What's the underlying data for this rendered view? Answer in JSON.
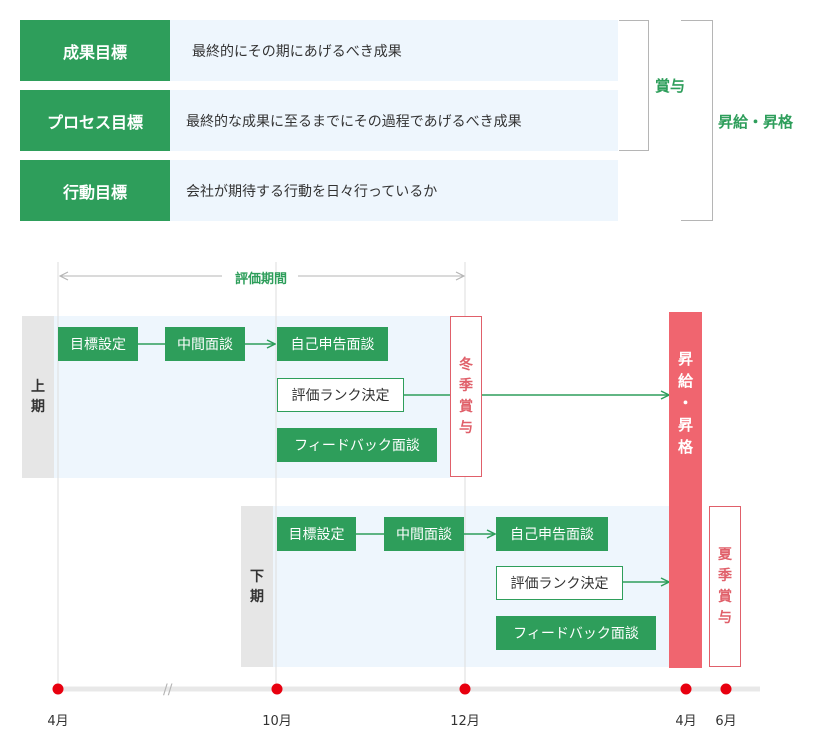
{
  "goals": [
    {
      "label": "成果目標",
      "desc": "最終的にその期にあげるべき成果"
    },
    {
      "label": "プロセス目標",
      "desc": "最終的な成果に至るまでにその過程であげるべき成果"
    },
    {
      "label": "行動目標",
      "desc": "会社が期待する行動を日々行っているか"
    }
  ],
  "brackets": {
    "bonus": "賞与",
    "promotion": "昇給・昇格"
  },
  "timeline": {
    "period_label": "評価期間",
    "first_half": {
      "tag": [
        "上",
        "期"
      ],
      "goal_setting": "目標設定",
      "midterm": "中間面談",
      "self_report": "自己申告面談",
      "rank": "評価ランク決定",
      "feedback": "フィードバック面談"
    },
    "second_half": {
      "tag": [
        "下",
        "期"
      ],
      "goal_setting": "目標設定",
      "midterm": "中間面談",
      "self_report": "自己申告面談",
      "rank": "評価ランク決定",
      "feedback": "フィードバック面談"
    },
    "winter_bonus": [
      "冬",
      "季",
      "賞",
      "与"
    ],
    "raise": [
      "昇",
      "給",
      "・",
      "昇",
      "格"
    ],
    "summer_bonus": [
      "夏",
      "季",
      "賞",
      "与"
    ],
    "months": [
      "4月",
      "10月",
      "12月",
      "4月",
      "6月"
    ],
    "colors": {
      "green": "#2e9e5b",
      "red": "#e0606a",
      "raise": "#f0656f",
      "dot": "#e8000f",
      "panel": "#eef6fd"
    }
  }
}
